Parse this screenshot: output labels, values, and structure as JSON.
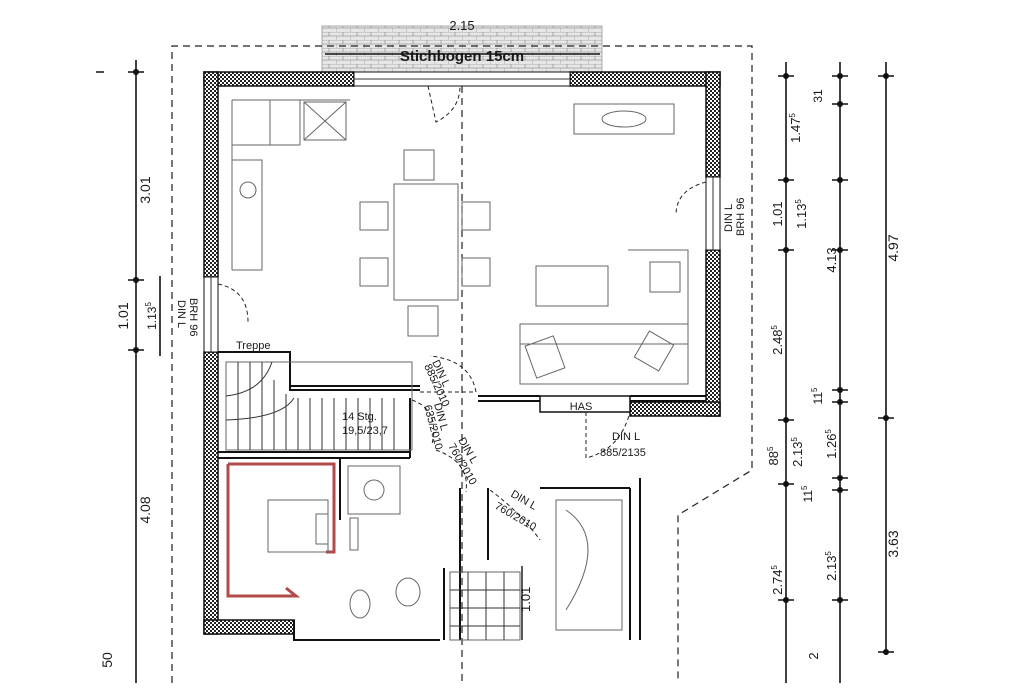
{
  "plan": {
    "top_dim": "2.15",
    "lintel": "Stichbogen 15cm",
    "stair_label": "Treppe",
    "stair_steps": "14 Stg.",
    "stair_ratio": "19,5/23,7",
    "has_label": "HAS",
    "window_left": "DIN L",
    "window_left_brh": "BRH 96",
    "window_right": "DIN L",
    "window_right_brh": "BRH 96",
    "door_living": {
      "type": "DIN L",
      "size": "885/2010"
    },
    "door_entry": {
      "type": "DIN L",
      "size": "885/2135"
    },
    "door_wc": {
      "type": "DIN L",
      "size": "635/2010"
    },
    "door_bath": {
      "type": "DIN L",
      "size": "760/2010"
    },
    "door_room": {
      "type": "DIN L",
      "size": "760/2010"
    },
    "inner_dim": "1.01"
  },
  "dims_left": {
    "d1": "3.01",
    "d2": "1.01",
    "d2b": "1.13",
    "d2b_sup": "5",
    "d3": "4.08",
    "d4": "50"
  },
  "dims_right": {
    "r_1_47": "1.47",
    "r_1_47_sup": "5",
    "r_31": "31",
    "r_1_01": "1.01",
    "r_1_13": "1.13",
    "r_1_13_sup": "5",
    "r_4_13": "4.13",
    "r_4_97": "4.97",
    "r_2_48": "2.48",
    "r_2_48_sup": "5",
    "r_11a": "11",
    "r_11a_sup": "5",
    "r_88": "88",
    "r_88_sup": "5",
    "r_2_13a": "2.13",
    "r_2_13a_sup": "5",
    "r_1_26": "1.26",
    "r_1_26_sup": "5",
    "r_11b": "11",
    "r_11b_sup": "5",
    "r_2_74": "2.74",
    "r_2_74_sup": "5",
    "r_2_13b": "2.13",
    "r_2_13b_sup": "5",
    "r_3_63": "3.63",
    "r_2": "2"
  },
  "colors": {
    "highlight": "#b24a4a",
    "wall": "#111111",
    "hatch_bg": "#cfcfcf"
  }
}
